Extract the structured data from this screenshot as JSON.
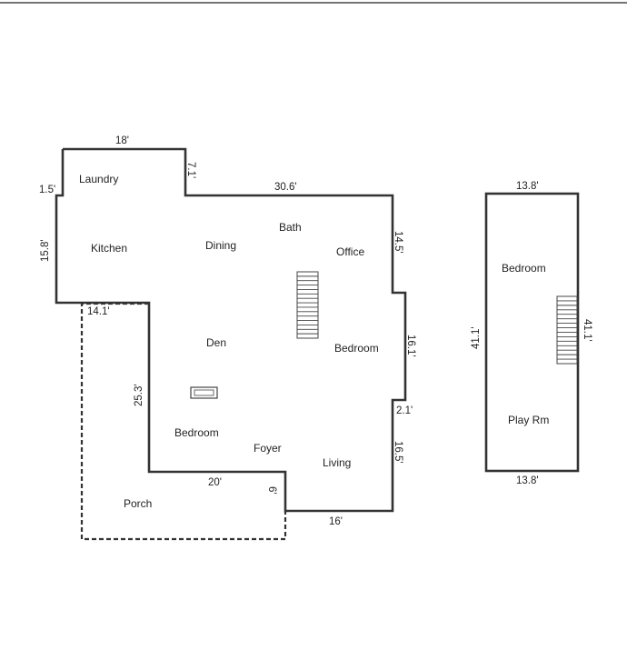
{
  "main_floor": {
    "rooms": {
      "laundry": "Laundry",
      "kitchen": "Kitchen",
      "dining": "Dining",
      "bath": "Bath",
      "office": "Office",
      "den": "Den",
      "bedroom_right": "Bedroom",
      "bedroom_left": "Bedroom",
      "foyer": "Foyer",
      "living": "Living",
      "porch": "Porch"
    },
    "dimensions": {
      "top_laundry": "18'",
      "laundry_right": "7.1'",
      "laundry_left": "1.5'",
      "top_main": "30.6'",
      "left_kitchen": "15.8'",
      "right_office": "14.5'",
      "porch_top": "14.1'",
      "left_den": "25.3'",
      "right_bedroom": "16.1'",
      "right_jog": "2.1'",
      "right_living": "16.5'",
      "bottom_porch_wall": "20'",
      "foyer_jog": "6'",
      "bottom_living": "16'"
    }
  },
  "upper_floor": {
    "rooms": {
      "bedroom": "Bedroom",
      "play_room": "Play Rm"
    },
    "dimensions": {
      "top": "13.8'",
      "bottom": "13.8'",
      "left": "41.1'",
      "right": "41.1'"
    }
  }
}
